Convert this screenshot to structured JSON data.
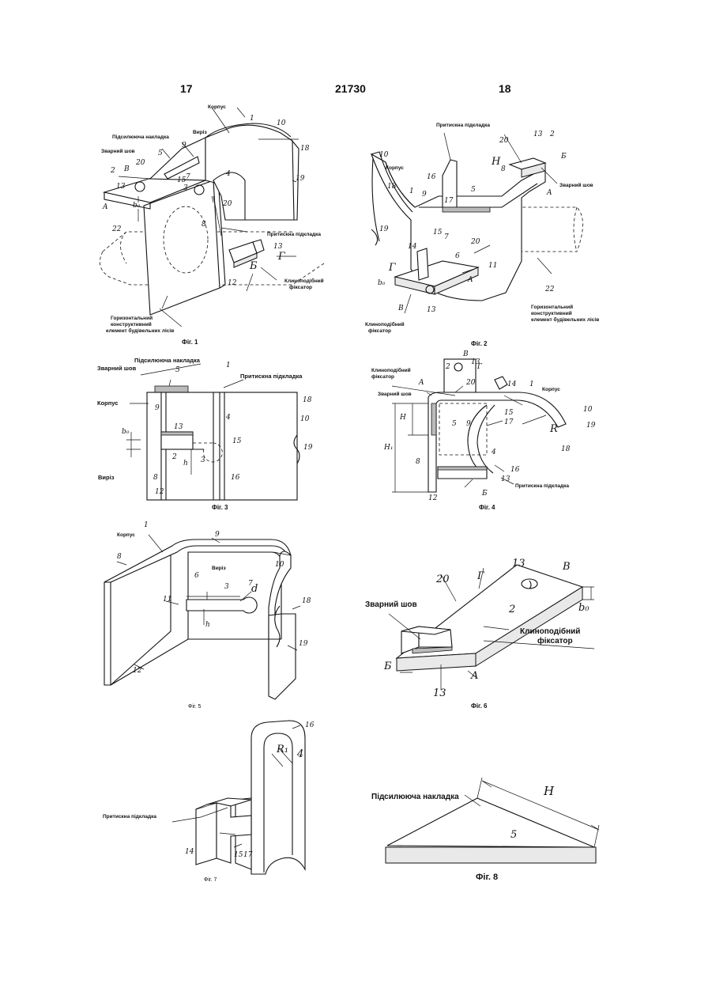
{
  "header": {
    "left_page": "17",
    "patent_number": "21730",
    "right_page": "18"
  },
  "fig1": {
    "caption": "Фіг. 1",
    "labels": {
      "korpus": "Корпус",
      "pidsyl": "Підсилююча накладка",
      "vyriz": "Виріз",
      "zvar": "Зварний шов",
      "prytysk": "Притискна підкладка",
      "klyno_1": "Клиноподібний",
      "klyno_2": "фіксатор",
      "horiz_1": "Горизонтальний",
      "horiz_2": "конструктивний",
      "horiz_3": "елемент будівельних лісів"
    },
    "nums": [
      "1",
      "10",
      "18",
      "19",
      "9",
      "5",
      "20",
      "7",
      "15",
      "3",
      "4",
      "8",
      "2",
      "13",
      "A",
      "B",
      "22",
      "20",
      "13",
      "Г",
      "Б",
      "12",
      "b₀"
    ]
  },
  "fig2": {
    "caption": "Фіг. 2",
    "labels": {
      "prytysk": "Притискна підкладка",
      "korpus": "Корпус",
      "zvar": "Зварний шов",
      "klyno_1": "Клиноподібний",
      "klyno_2": "фіксатор",
      "horiz_1": "Горизонтальний",
      "horiz_2": "конструктивний",
      "horiz_3": "елемент будівельних лісів"
    },
    "nums": [
      "13",
      "2",
      "20",
      "Б",
      "A",
      "H",
      "8",
      "10",
      "18",
      "16",
      "1",
      "9",
      "17",
      "5",
      "19",
      "15",
      "7",
      "14",
      "6",
      "20",
      "11",
      "Г",
      "A",
      "B",
      "13",
      "22",
      "b₀"
    ]
  },
  "fig3": {
    "caption": "Фіг. 3",
    "labels": {
      "pidsyl": "Підсилююча накладка",
      "zvar": "Зварний шов",
      "korpus": "Корпус",
      "prytysk": "Притискна підкладка",
      "vyriz": "Виріз"
    },
    "nums": [
      "5",
      "1",
      "18",
      "9",
      "4",
      "10",
      "13",
      "15",
      "2",
      "3",
      "b₀",
      "h",
      "19",
      "8",
      "16",
      "12"
    ]
  },
  "fig4": {
    "caption": "Фіг. 4",
    "labels": {
      "klyno_1": "Клиноподібний",
      "klyno_2": "фіксатор",
      "zvar": "Зварний шов",
      "korpus": "Корпус",
      "prytysk": "Притискна підкладка"
    },
    "nums": [
      "B",
      "13",
      "2",
      "Г",
      "A",
      "20",
      "14",
      "1",
      "10",
      "H",
      "5",
      "9",
      "15",
      "17",
      "R",
      "19",
      "18",
      "H₁",
      "8",
      "4",
      "16",
      "13",
      "Б",
      "12"
    ]
  },
  "fig5": {
    "caption": "Фіг. 5",
    "labels": {
      "korpus": "Корпус",
      "vyriz": "Виріз"
    },
    "nums": [
      "1",
      "9",
      "8",
      "10",
      "6",
      "3",
      "7",
      "d",
      "11",
      "h",
      "18",
      "19",
      "12"
    ]
  },
  "fig6": {
    "caption": "Фіг. 6",
    "labels": {
      "zvar": "Зварний шов",
      "klyno_1": "Клиноподібний",
      "klyno_2": "фіксатор"
    },
    "nums": [
      "13",
      "B",
      "Г",
      "20",
      "2",
      "b₀",
      "Б",
      "13",
      "A"
    ]
  },
  "fig7": {
    "caption": "Фіг. 7",
    "labels": {
      "prytysk": "Притискна підкладка"
    },
    "nums": [
      "16",
      "R₁",
      "4",
      "14",
      "15",
      "17"
    ]
  },
  "fig8": {
    "caption": "Фіг. 8",
    "labels": {
      "pidsyl": "Підсилююча накладка"
    },
    "nums": [
      "H",
      "5"
    ]
  }
}
